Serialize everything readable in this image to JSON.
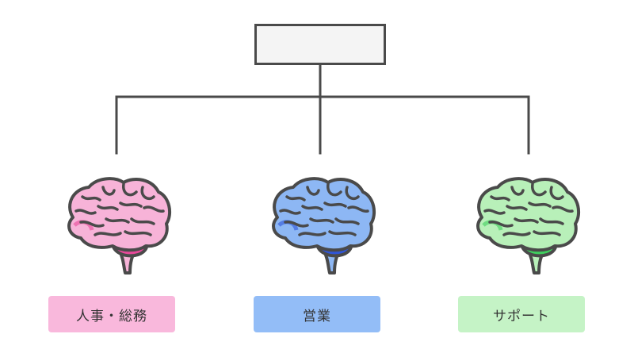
{
  "colors": {
    "line": "#4a4a4a",
    "top_box_fill": "#f4f4f4"
  },
  "departments": [
    {
      "label": "人事・総務",
      "fill": "#f7b3d8",
      "accent": "#e8489a",
      "label_bg": "#f9b8dc"
    },
    {
      "label": "営業",
      "fill": "#8db7f4",
      "accent": "#2f55d8",
      "label_bg": "#93bdf7"
    },
    {
      "label": "サポート",
      "fill": "#b8f0b9",
      "accent": "#3fcf5e",
      "label_bg": "#c5f3c6"
    }
  ]
}
